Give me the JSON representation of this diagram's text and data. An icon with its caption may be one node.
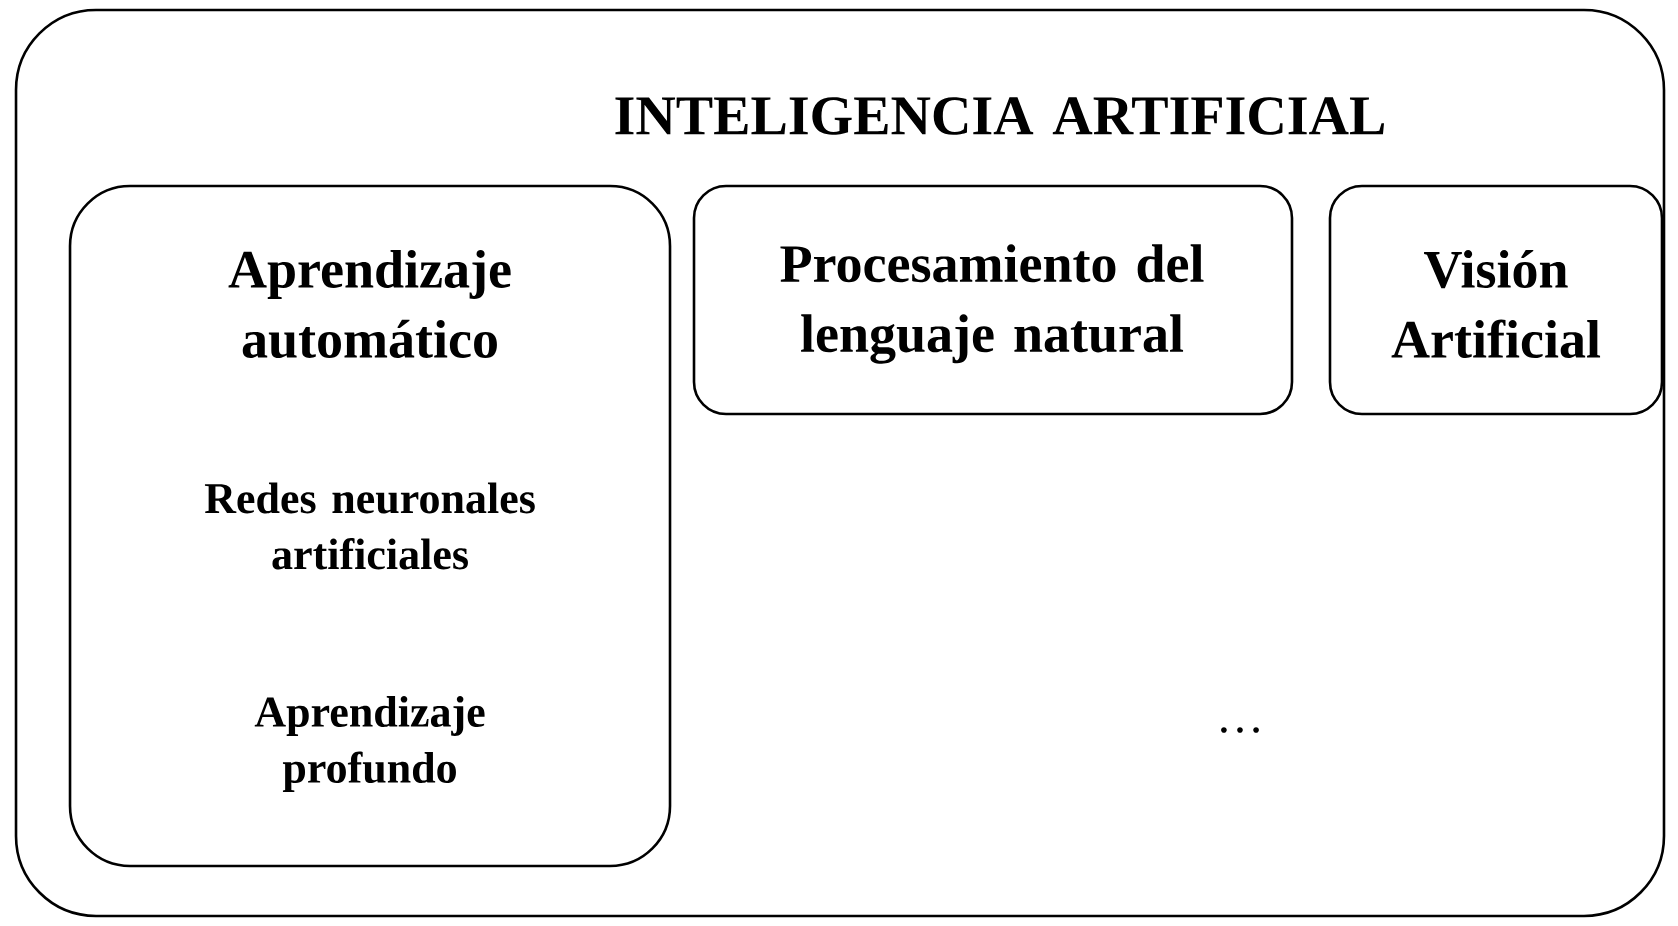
{
  "diagram": {
    "nodes": [
      {
        "text": [
          "INTELIGENCIA ARTIFICIAL"
        ]
      },
      {
        "text": [
          "Aprendizaje automático",
          "Redes neuronales artificiales",
          "Aprendizaje profundo"
        ],
        "in": 0
      },
      {
        "text": [
          "Procesamiento del lenguaje natural"
        ],
        "in": 0
      },
      {
        "text": [
          "Visión Artificial"
        ],
        "in": 0
      }
    ],
    "labels": [
      "…"
    ]
  }
}
